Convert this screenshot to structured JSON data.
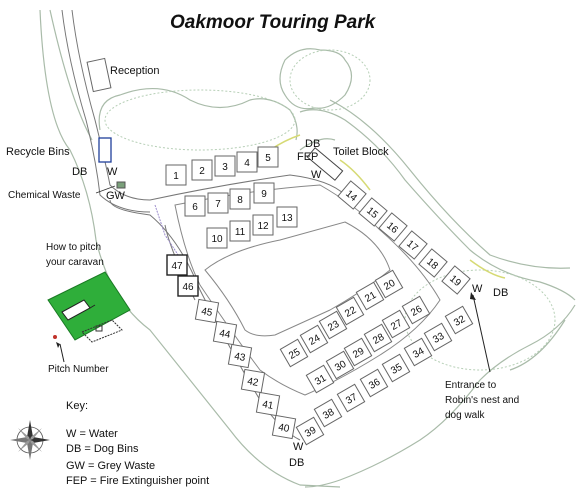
{
  "title": "Oakmoor Touring Park",
  "labels": {
    "reception": "Reception",
    "recycle_bins": "Recycle Bins",
    "chemical_waste": "Chemical Waste",
    "toilet_block": "Toilet Block",
    "how_to_pitch_line1": "How to pitch",
    "how_to_pitch_line2": "your caravan",
    "pitch_number": "Pitch Number",
    "entrance_line1": "Entrance to",
    "entrance_line2": "Robin's nest and",
    "entrance_line3": "dog walk"
  },
  "facility_marks": {
    "db_left": "DB",
    "w_left": "W",
    "gw": "GW",
    "db_top": "DB",
    "fep": "FEP",
    "w_top": "W",
    "w_right": "W",
    "db_right": "DB",
    "w_bottom": "W",
    "db_bottom": "DB"
  },
  "key": {
    "heading": "Key:",
    "items": [
      "W  = Water",
      "DB = Dog Bins",
      "GW = Grey Waste",
      "FEP = Fire Extinguisher point"
    ]
  },
  "pitches": [
    "1",
    "2",
    "3",
    "4",
    "5",
    "6",
    "7",
    "8",
    "9",
    "10",
    "11",
    "12",
    "13",
    "14",
    "15",
    "16",
    "17",
    "18",
    "19",
    "20",
    "21",
    "22",
    "23",
    "24",
    "25",
    "26",
    "27",
    "28",
    "29",
    "30",
    "31",
    "32",
    "33",
    "34",
    "35",
    "36",
    "37",
    "38",
    "39",
    "40",
    "41",
    "42",
    "43",
    "44",
    "45",
    "46",
    "47"
  ],
  "colors": {
    "hedge": "#aab8aa",
    "tree_outline": "#a8c8a8",
    "path_yellow": "#d8dc7a",
    "pitch_green": "#2fae3a",
    "reception_fill": "#ffffff",
    "recycle_border": "#1f3f9a"
  },
  "icons": [
    "compass-rose-icon",
    "caravan-icon"
  ]
}
